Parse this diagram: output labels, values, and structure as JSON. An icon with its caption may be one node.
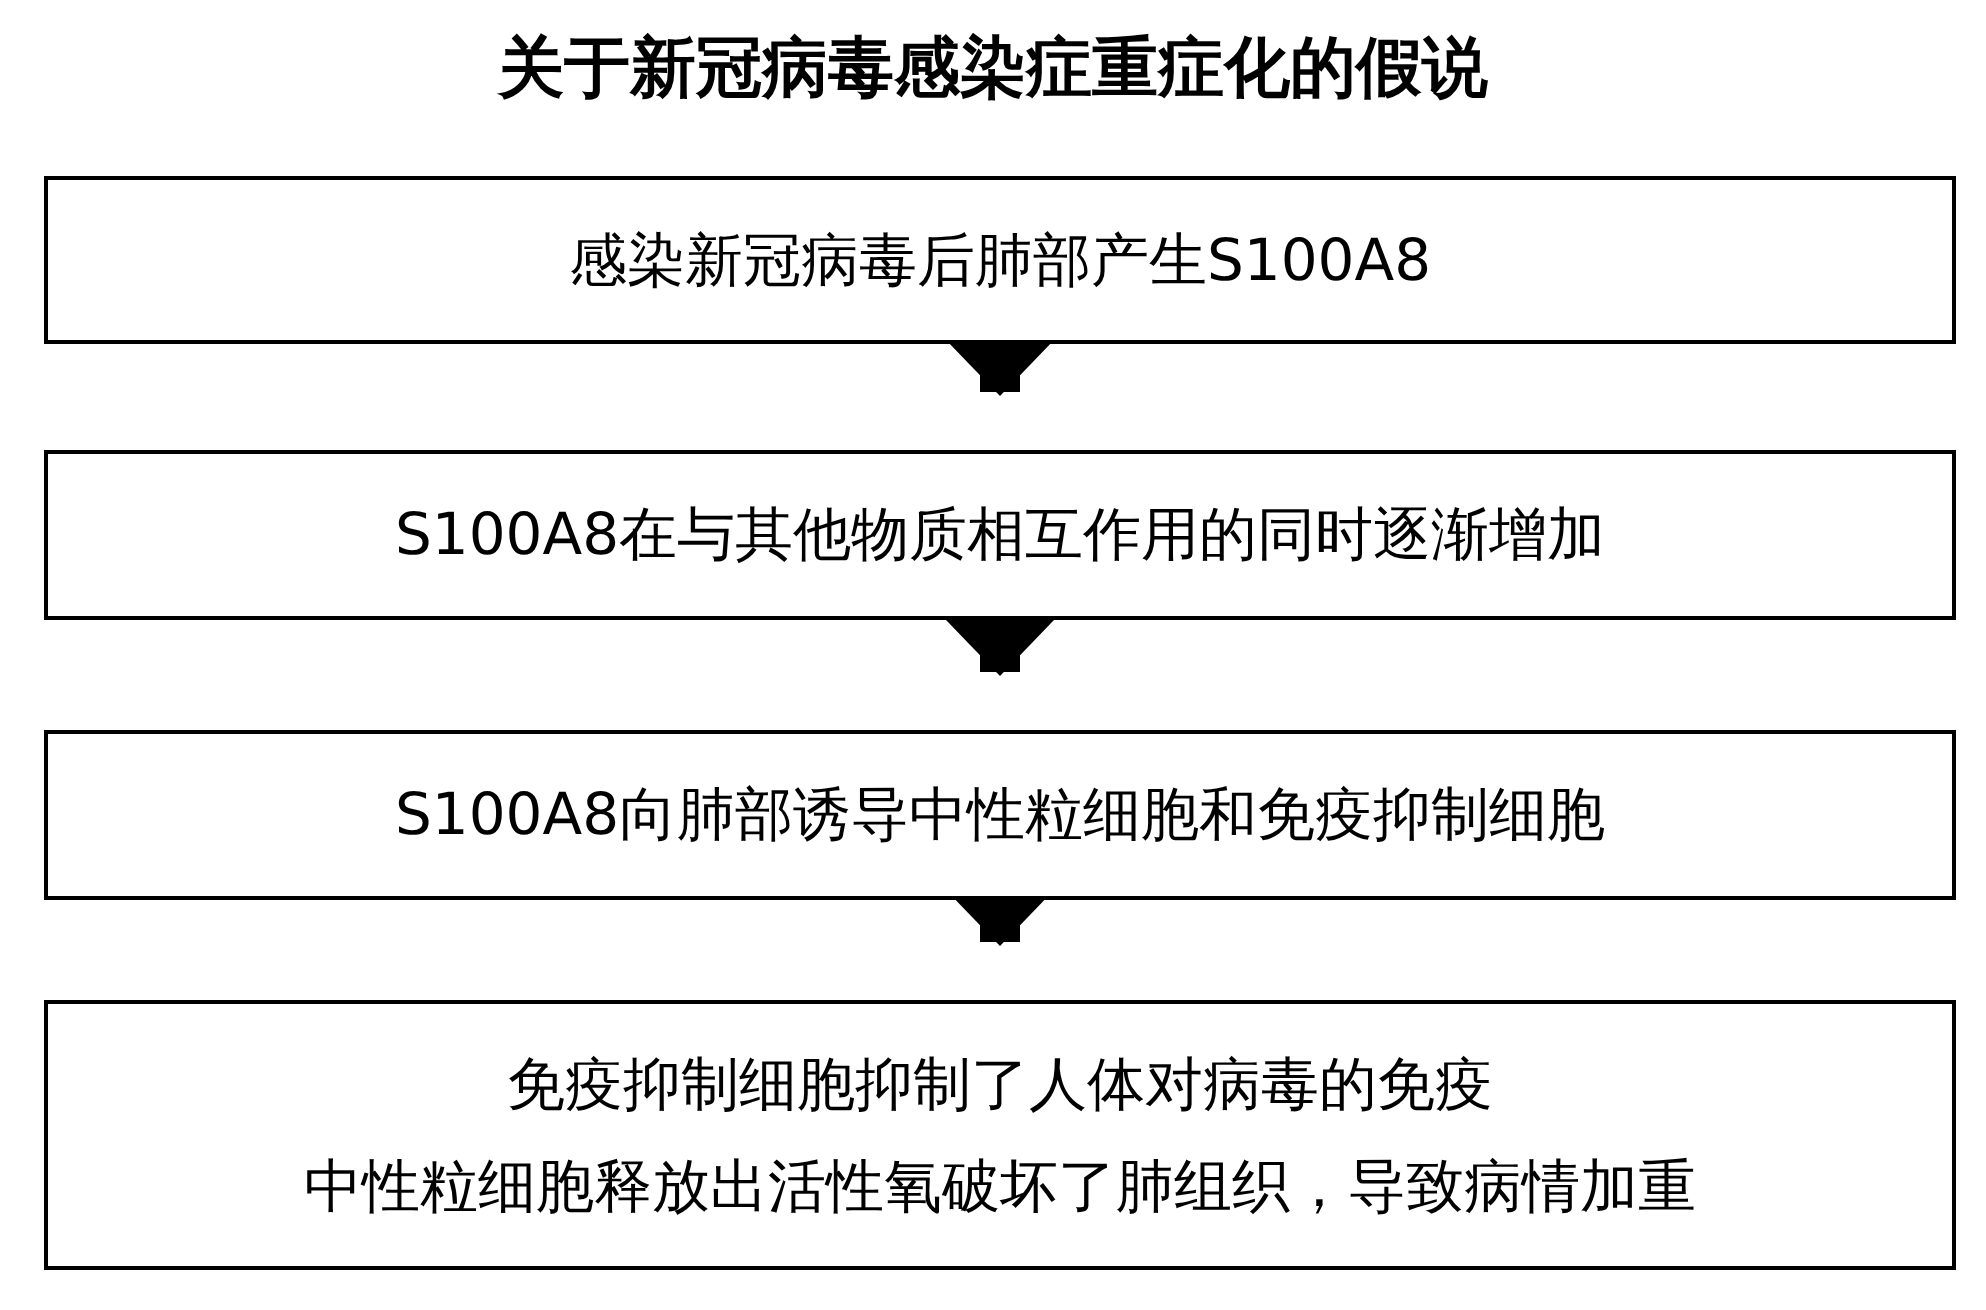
{
  "diagram": {
    "title": "关于新冠病毒感染症重症化的假说",
    "nodes": [
      {
        "text": [
          "感染新冠病毒后肺部产生S100A8"
        ]
      },
      {
        "text": [
          "S100A8在与其他物质相互作用的同时逐渐增加"
        ]
      },
      {
        "text": [
          "S100A8向肺部诱导中性粒细胞和免疫抑制细胞"
        ]
      },
      {
        "text": [
          "免疫抑制细胞抑制了人体对病毒的免疫",
          "中性粒细胞释放出活性氧破坏了肺组织，导致病情加重"
        ]
      }
    ],
    "edges": [
      {
        "from": 0,
        "to": 1,
        "arrow": "to"
      },
      {
        "from": 1,
        "to": 2,
        "arrow": "to"
      },
      {
        "from": 2,
        "to": 3,
        "arrow": "to"
      }
    ]
  }
}
